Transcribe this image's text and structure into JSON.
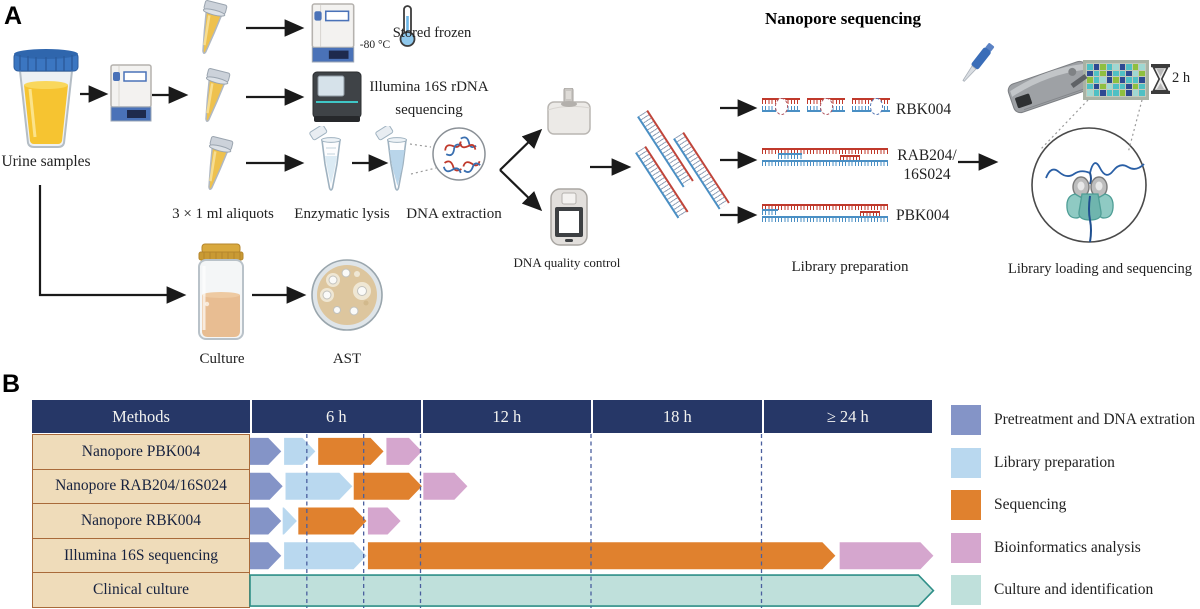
{
  "panel_a": {
    "label": "A",
    "title": "Nanopore sequencing",
    "labels": {
      "urine_samples": "Urine samples",
      "aliquots": "3 × 1 ml aliquots",
      "enzymatic_lysis": "Enzymatic lysis",
      "dna_extraction": "DNA extraction",
      "stored_frozen": "Stored frozen",
      "temperature": "-80 °C",
      "illumina_line1": "Illumina 16S rDNA",
      "illumina_line2": "sequencing",
      "dna_quality_control": "DNA quality control",
      "kit_rbk004": "RBK004",
      "kit_rab204_line1": "RAB204/",
      "kit_rab204_line2": "16S024",
      "kit_pbk004": "PBK004",
      "library_preparation": "Library preparation",
      "library_loading": "Library loading and sequencing",
      "sequencing_duration": "2 h",
      "culture": "Culture",
      "ast": "AST"
    },
    "icons": [
      "urine-cup-icon",
      "freezer-icon",
      "sample-tube-icon",
      "ultrafreezer-icon",
      "thermometer-icon",
      "illumina-sequencer-icon",
      "lysis-tube-icon",
      "extraction-tube-icon",
      "dna-magnifier-icon",
      "fluorometer-icon",
      "tapestation-icon",
      "dna-fragment-icon",
      "pipette-icon",
      "minion-icon",
      "flowcell-icon",
      "hourglass-icon",
      "nanopore-icon",
      "culture-jar-icon",
      "ast-dish-icon"
    ],
    "flowcell": {
      "palette": {
        "n": "#2d4a92",
        "t": "#4fc0c4",
        "g": "#8fbf3f",
        "l": "#9fd8d2"
      },
      "pattern": [
        "tngtlntgl",
        "ntgnttnlg",
        "gtlngnttn",
        "tnglttngt",
        "ltnttgnlt"
      ]
    }
  },
  "panel_b": {
    "label": "B"
  },
  "chart_data": {
    "type": "bar",
    "subtype": "gantt-timeline",
    "title": "Time to result per method",
    "header": {
      "methods_label": "Methods",
      "time_columns": [
        "6 h",
        "12 h",
        "18 h",
        "≥ 24 h"
      ],
      "hours_per_column": 6,
      "total_hours": 24
    },
    "gridlines_hours": [
      2,
      4,
      6,
      12,
      18
    ],
    "rows": [
      {
        "label": "Nanopore PBK004",
        "segments": [
          {
            "phase": "pretreatment",
            "start": 0,
            "end": 1.1
          },
          {
            "phase": "library",
            "start": 1.2,
            "end": 2.3
          },
          {
            "phase": "sequencing",
            "start": 2.4,
            "end": 4.7
          },
          {
            "phase": "bioinformatics",
            "start": 4.8,
            "end": 6.05
          }
        ]
      },
      {
        "label": "Nanopore RAB204/16S024",
        "segments": [
          {
            "phase": "pretreatment",
            "start": 0,
            "end": 1.15
          },
          {
            "phase": "library",
            "start": 1.25,
            "end": 3.6
          },
          {
            "phase": "sequencing",
            "start": 3.65,
            "end": 6.05
          },
          {
            "phase": "bioinformatics",
            "start": 6.1,
            "end": 7.65
          }
        ]
      },
      {
        "label": "Nanopore RBK004",
        "segments": [
          {
            "phase": "pretreatment",
            "start": 0,
            "end": 1.1
          },
          {
            "phase": "library",
            "start": 1.15,
            "end": 1.65
          },
          {
            "phase": "sequencing",
            "start": 1.7,
            "end": 4.1
          },
          {
            "phase": "bioinformatics",
            "start": 4.15,
            "end": 5.3
          }
        ]
      },
      {
        "label": "Illumina 16S sequencing",
        "segments": [
          {
            "phase": "pretreatment",
            "start": 0,
            "end": 1.1
          },
          {
            "phase": "library",
            "start": 1.2,
            "end": 4.1
          },
          {
            "phase": "sequencing",
            "start": 4.15,
            "end": 20.6
          },
          {
            "phase": "bioinformatics",
            "start": 20.75,
            "end": 24.05
          }
        ]
      },
      {
        "label": "Clinical culture",
        "segments": [
          {
            "phase": "culture",
            "start": 0,
            "end": 24.05
          }
        ]
      }
    ],
    "phases": {
      "pretreatment": {
        "label": "Pretreatment and DNA extration",
        "color": "#8494c7"
      },
      "library": {
        "label": "Library preparation",
        "color": "#b9d8ef"
      },
      "sequencing": {
        "label": "Sequencing",
        "color": "#e0812e"
      },
      "bioinformatics": {
        "label": "Bioinformatics analysis",
        "color": "#d5a6ce"
      },
      "culture": {
        "label": "Culture and identification",
        "color": "#bfe0db",
        "border": "#2f8f88"
      }
    },
    "legend_order": [
      "pretreatment",
      "library",
      "sequencing",
      "bioinformatics",
      "culture"
    ],
    "colors": {
      "header_navy": "#263767",
      "row_tan": "#efdcba",
      "row_border": "#a96a3a",
      "gridline": "#4a5f9e"
    }
  }
}
